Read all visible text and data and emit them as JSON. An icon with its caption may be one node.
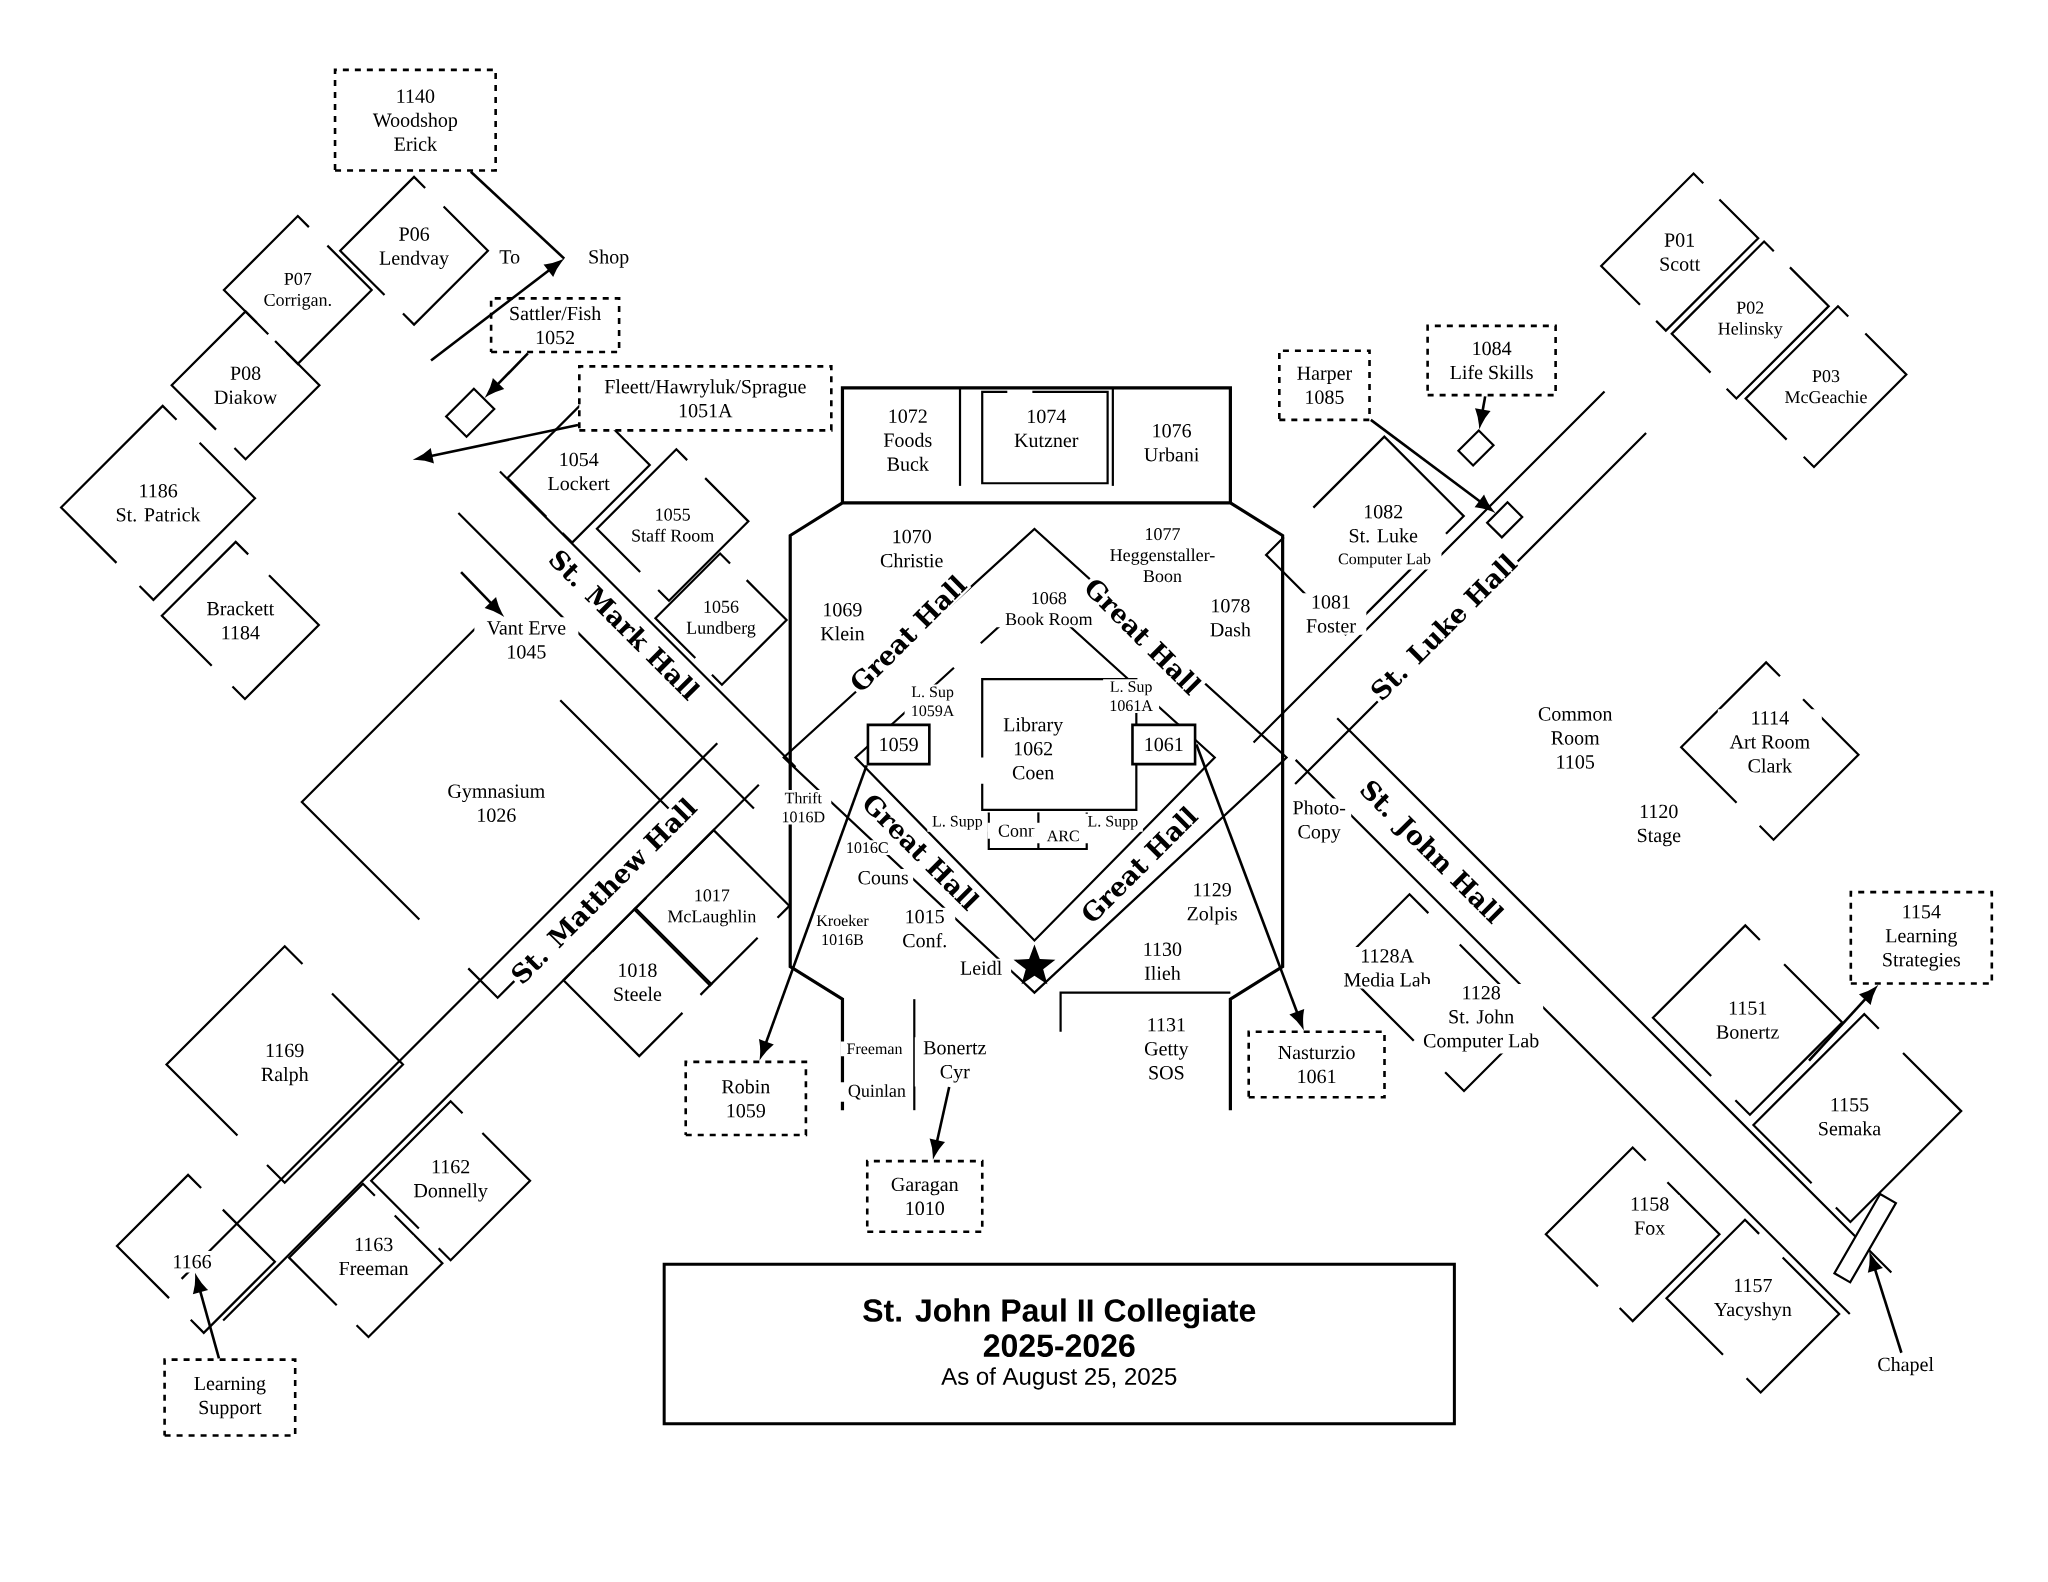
{
  "diagram": {
    "nodes": [
      {
        "text": [
          "1140 Woodshop Erick"
        ]
      },
      {
        "text": [
          "To",
          "Shop"
        ]
      },
      {
        "text": [
          "Sattler/Fish 1052"
        ]
      },
      {
        "text": [
          "Fleett/Hawryluk/Sprague 1051A"
        ]
      },
      {
        "text": [
          "Vant Erve 1045"
        ]
      },
      {
        "text": [
          "Harper 1085"
        ]
      },
      {
        "text": [
          "1084 Life Skills"
        ]
      },
      {
        "text": [
          "Robin 1059"
        ]
      },
      {
        "text": [
          "Garagan 1010"
        ]
      },
      {
        "text": [
          "Nasturzio 1061"
        ]
      },
      {
        "text": [
          "1154 Learning Strategies"
        ]
      },
      {
        "text": [
          "Learning Support"
        ]
      },
      {
        "text": [
          "Chapel"
        ]
      },
      {
        "text": [
          "St. John Paul II Collegiate",
          "2025-2026",
          "As of August 25, 2025"
        ]
      },
      {
        "text": [
          "1059"
        ]
      },
      {
        "text": [
          "1061"
        ]
      },
      {
        "text": [
          "Bonertz Cyr"
        ]
      },
      {
        "text": [
          "1166"
        ]
      },
      {
        "text": [],
        "shape": "diamond"
      },
      {
        "text": [],
        "shape": "diamond"
      },
      {
        "text": [],
        "shape": "diamond"
      },
      {
        "text": [],
        "shape": "bar"
      }
    ],
    "edges": [
      {
        "from": 0,
        "to": 1,
        "arrow": "none"
      },
      {
        "from": null,
        "to": 1,
        "arrow": "to"
      },
      {
        "from": 2,
        "to": 18,
        "arrow": "to"
      },
      {
        "from": 3,
        "to": null,
        "arrow": "to"
      },
      {
        "from": null,
        "to": 4,
        "arrow": "to"
      },
      {
        "from": 5,
        "to": 20,
        "arrow": "to"
      },
      {
        "from": 6,
        "to": 19,
        "arrow": "to"
      },
      {
        "from": 14,
        "to": 7,
        "arrow": "to"
      },
      {
        "from": 16,
        "to": 8,
        "arrow": "to"
      },
      {
        "from": 15,
        "to": 9,
        "arrow": "to"
      },
      {
        "from": null,
        "to": 10,
        "arrow": "to"
      },
      {
        "from": 11,
        "to": 17,
        "arrow": "to"
      },
      {
        "from": 12,
        "to": 21,
        "arrow": "to"
      }
    ],
    "labels": [
      "P06 Lendvay",
      "P01 Scott",
      "P07 Corrigan.",
      "P02 Helinsky",
      "P08 Diakow",
      "P03 McGeachie",
      "1054 Lockert",
      "1072 Foods Buck",
      "1074 Kutzner",
      "1076 Urbani",
      "1186 St. Patrick",
      "1055 Staff Room",
      "1070 Christie",
      "1077 Heggenstaller-Boon",
      "1082 St. Luke",
      "Computer Lab",
      "Brackett 1184",
      "St. Mark Hall",
      "1056 Lundberg",
      "1069 Klein",
      "Great Hall",
      "L. Sup 1059A",
      "Library 1062 Coen",
      "1068 Book Room",
      "L. Sup 1061A",
      "Great Hall",
      "1078 Dash",
      "1081 Foster",
      "St. Luke Hall",
      "Common Room 1105",
      "1114 Art Room Clark",
      "Gymnasium 1026",
      "St. Matthew Hall",
      "1018 Steele",
      "1017 McLaughlin",
      "Thrift 1016D",
      "Kroeker 1016B",
      "1016C",
      "Couns",
      "Great Hall",
      "1015 Conf.",
      "L. Supp",
      "Leidl",
      "Conn",
      "ARC",
      "L. Supp",
      "Great Hall",
      "1130 Ilieh",
      "1129 Zolpis",
      "Photo-Copy",
      "1128A Media Lab",
      "St. John Hall",
      "1120 Stage",
      "1169 Ralph",
      "Freeman",
      "1131 Getty SOS",
      "1128 St. John Computer Lab",
      "1151 Bonertz",
      "Quinlan",
      "1155 Semaka",
      "1162 Donnelly",
      "1163 Freeman",
      "1158 Fox",
      "1157 Yacyshyn"
    ]
  }
}
